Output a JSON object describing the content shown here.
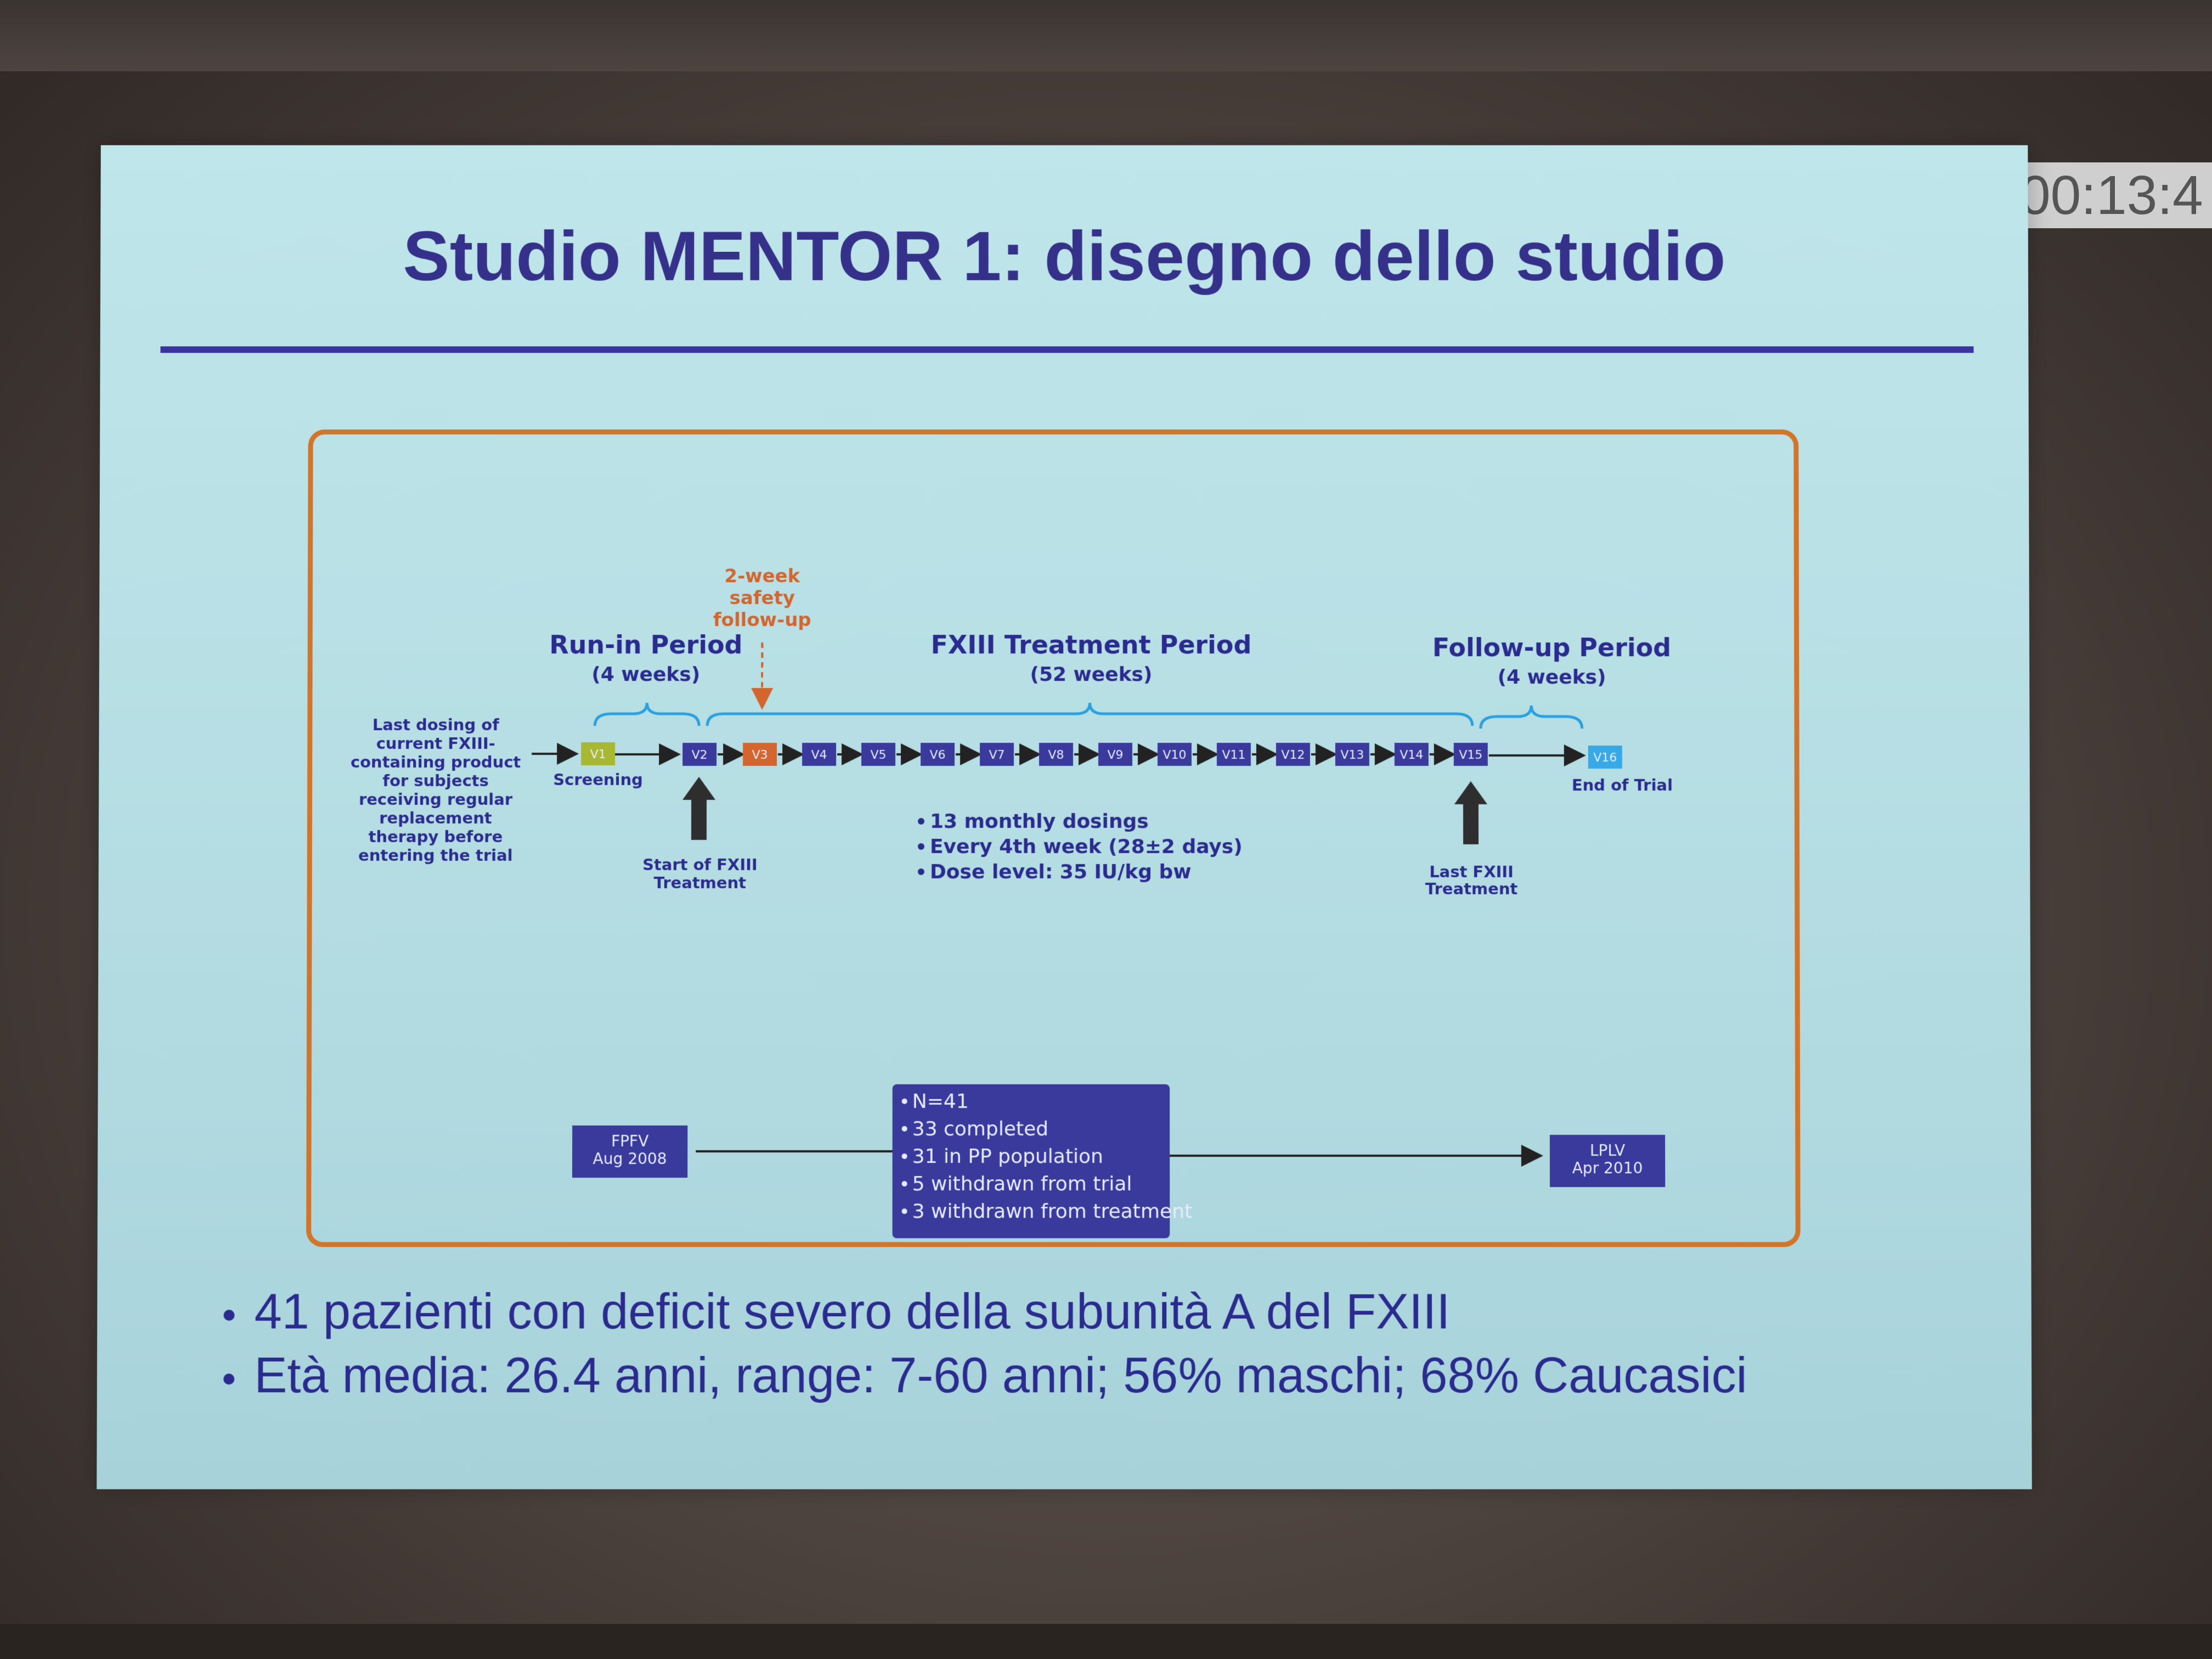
{
  "timer": "00:13:4",
  "slide": {
    "title": "Studio MENTOR 1: disegno dello studio",
    "bullets": [
      "41 pazienti con deficit severo della subunità A del FXIII",
      "Età media: 26.4 anni, range: 7-60 anni; 56% maschi; 68% Caucasici"
    ]
  },
  "diagram": {
    "safety_label": [
      "2-week",
      "safety",
      "follow-up"
    ],
    "run_in": {
      "title": "Run-in Period",
      "duration": "(4 weeks)"
    },
    "treatment": {
      "title": "FXIII Treatment Period",
      "duration": "(52 weeks)"
    },
    "followup": {
      "title": "Follow-up Period",
      "duration": "(4 weeks)"
    },
    "last_dosing_note": [
      "Last dosing of",
      "current FXIII-",
      "containing product",
      "for subjects",
      "receiving regular",
      "replacement",
      "therapy before",
      "entering the trial"
    ],
    "visits": [
      "V1",
      "V2",
      "V3",
      "V4",
      "V5",
      "V6",
      "V7",
      "V8",
      "V9",
      "V10",
      "V11",
      "V12",
      "V13",
      "V14",
      "V15",
      "V16"
    ],
    "screening": "Screening",
    "end_of_trial": "End of Trial",
    "start_label": [
      "Start of FXIII",
      "Treatment"
    ],
    "last_label": [
      "Last FXIII",
      "Treatment"
    ],
    "dosing_notes": [
      "13 monthly dosings",
      "Every 4th week (28±2 days)",
      "Dose level: 35 IU/kg bw"
    ],
    "fpfv": [
      "FPFV",
      "Aug 2008"
    ],
    "lplv": [
      "LPLV",
      "Apr 2010"
    ],
    "summary": [
      "N=41",
      "33 completed",
      "31 in PP population",
      "5 withdrawn from trial",
      "3 withdrawn from treatment"
    ],
    "colors": {
      "visit": "#3a3a9c",
      "v1": "#a8b832",
      "v3": "#d2662e",
      "v16": "#36a9e6",
      "accent": "#d2742a",
      "bracket": "#2aa0df",
      "text": "#2b2b8f"
    }
  }
}
